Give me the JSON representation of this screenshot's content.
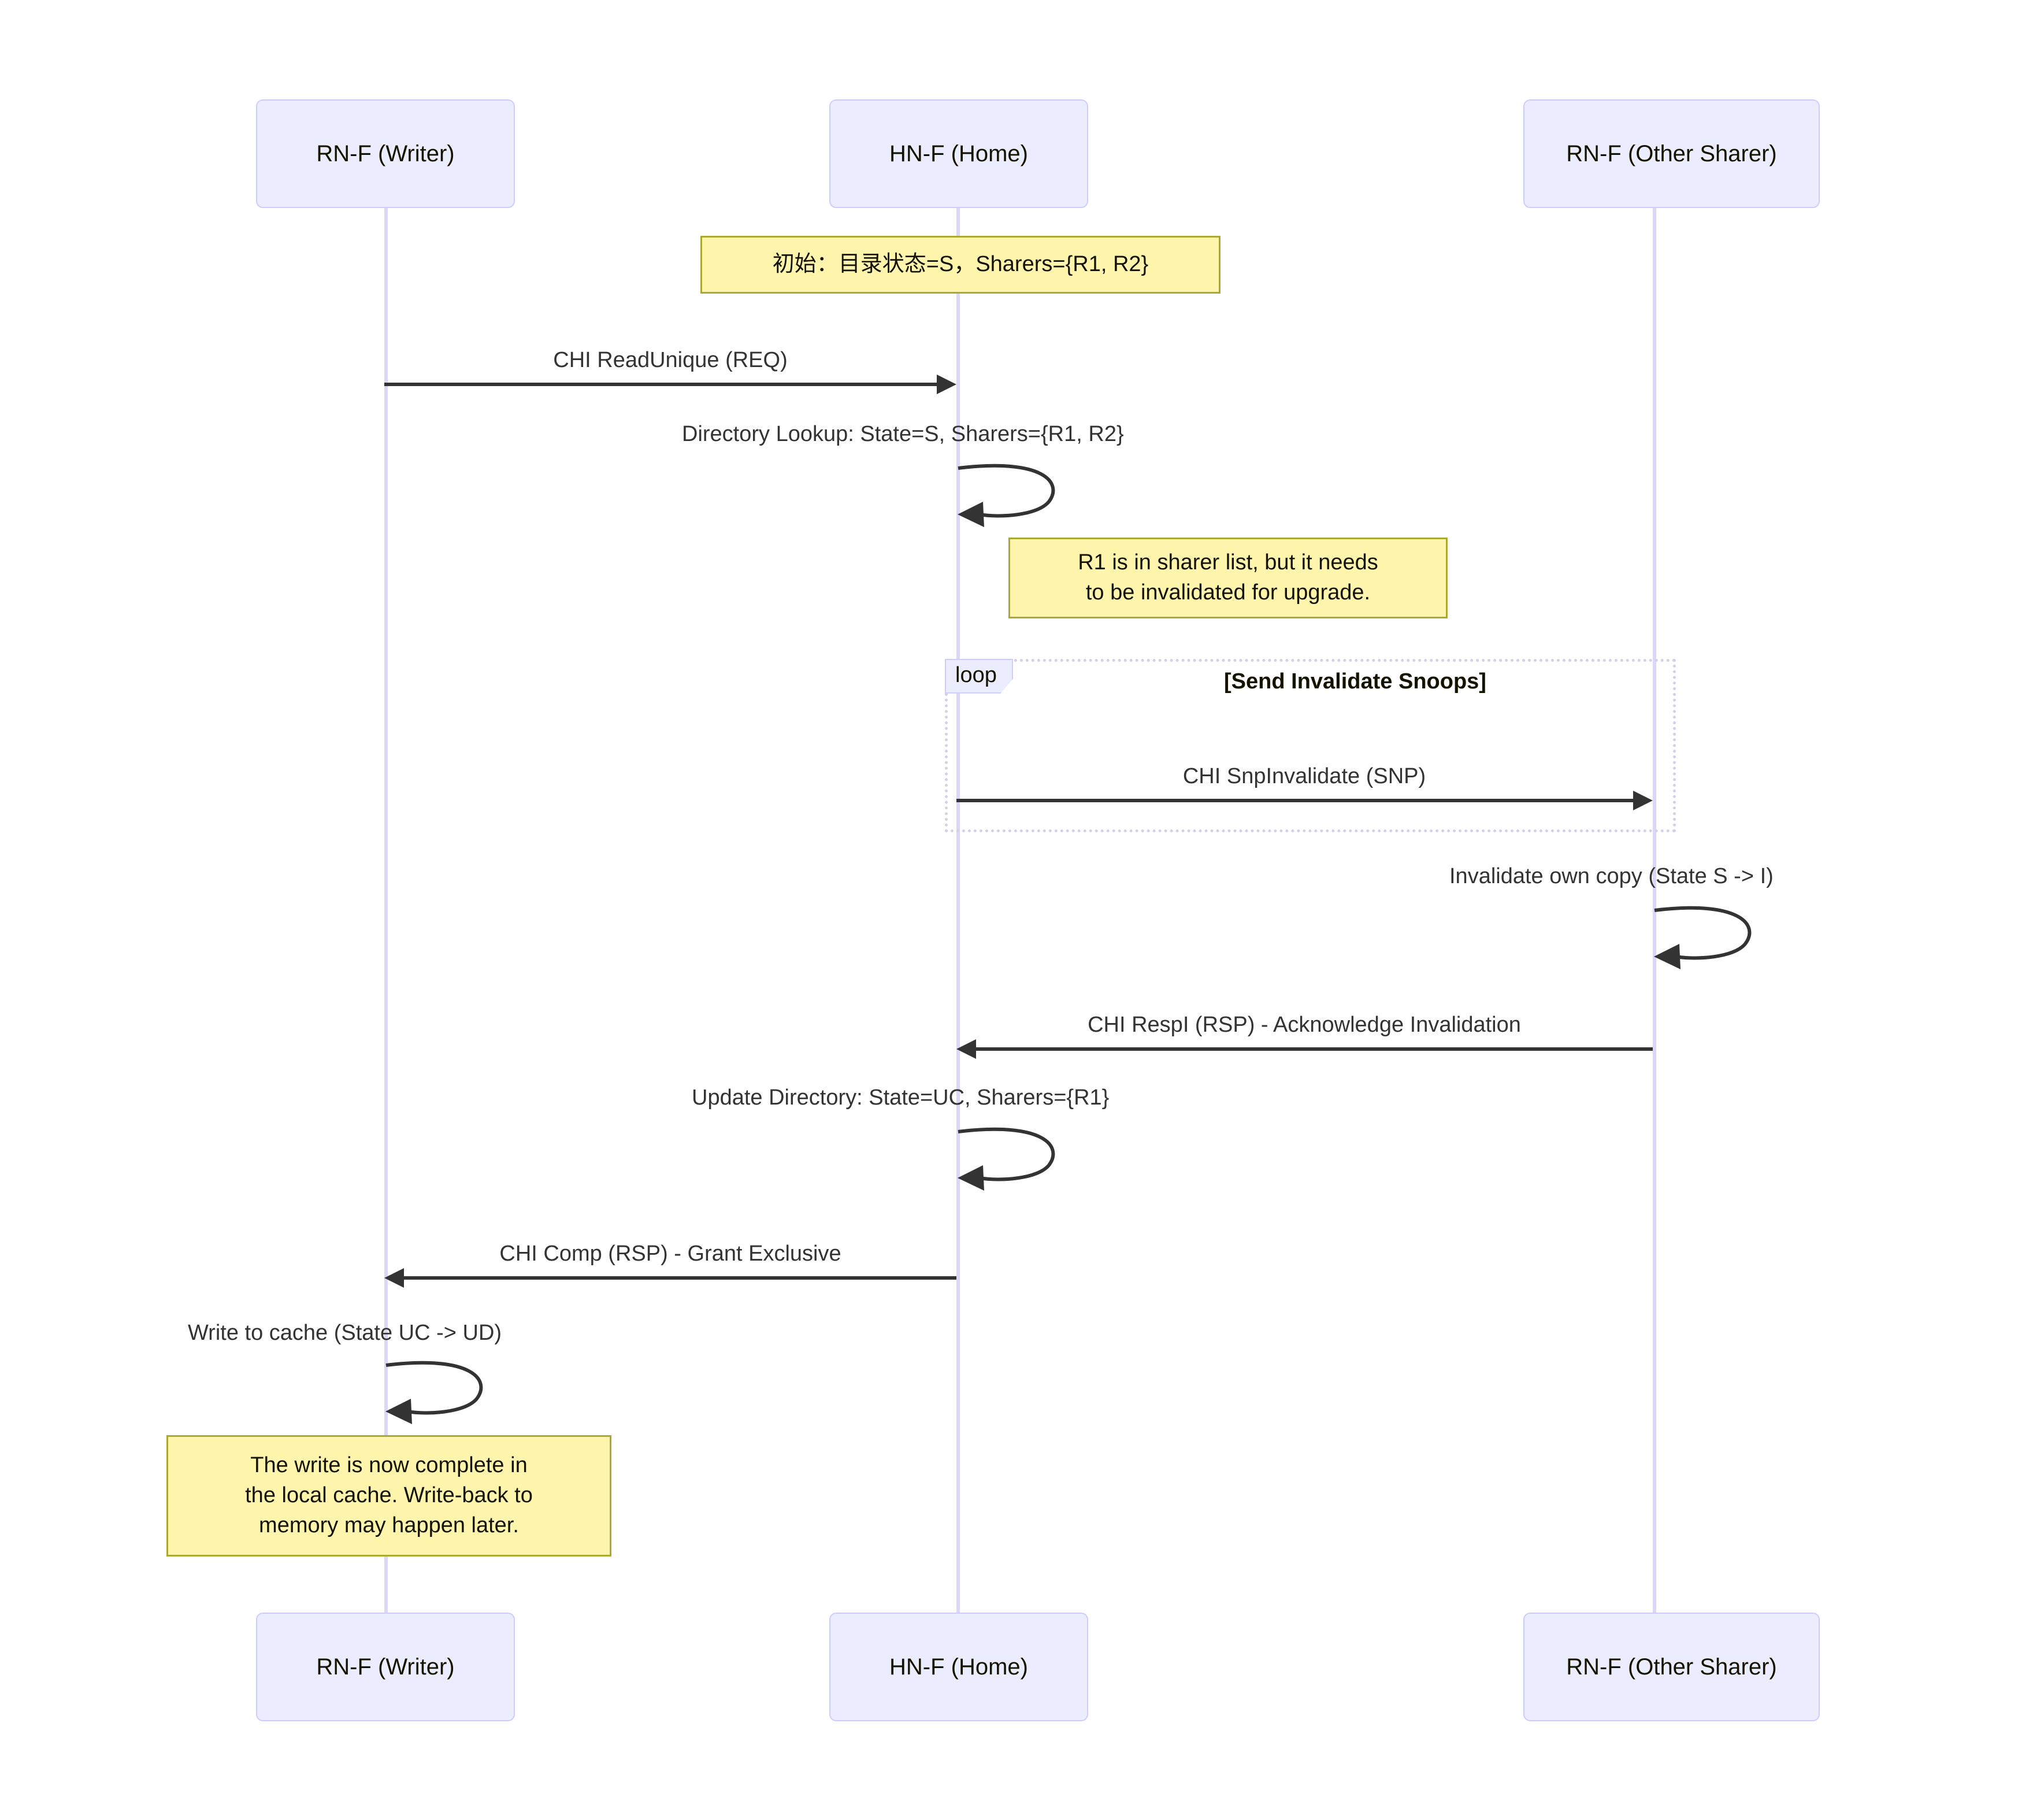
{
  "diagram": {
    "type": "sequence-diagram",
    "title": "CHI ReadUnique coherence flow",
    "colors": {
      "actor_fill": "#ECECFF",
      "actor_border": "#CCCCFF",
      "lifeline": "#DCD6F7",
      "note_fill": "#FFF5AD",
      "note_border": "#AAAA33",
      "arrow": "#333333",
      "loop_border": "#D6CFEA",
      "background": "#FFFFFF"
    }
  },
  "actors": [
    {
      "id": "writer",
      "label": "RN-F (Writer)"
    },
    {
      "id": "home",
      "label": "HN-F (Home)"
    },
    {
      "id": "sharer",
      "label": "RN-F (Other Sharer)"
    }
  ],
  "actors_bottom": [
    {
      "id": "writer",
      "label": "RN-F (Writer)"
    },
    {
      "id": "home",
      "label": "HN-F (Home)"
    },
    {
      "id": "sharer",
      "label": "RN-F (Other Sharer)"
    }
  ],
  "notes": [
    {
      "id": "note-initial",
      "text": "初始：目录状态=S，Sharers={R1, R2}"
    },
    {
      "id": "note-r1",
      "line1": "R1 is in sharer list, but it needs",
      "line2": "to be invalidated for upgrade."
    },
    {
      "id": "note-complete",
      "line1": "The write is now complete in",
      "line2": "the local cache. Write-back to",
      "line3": "memory may happen later."
    }
  ],
  "messages": [
    {
      "id": "m1",
      "label": "CHI ReadUnique (REQ)",
      "from": "writer",
      "to": "home",
      "kind": "sync"
    },
    {
      "id": "m2",
      "label": "Directory Lookup: State=S, Sharers={R1, R2}",
      "from": "home",
      "to": "home",
      "kind": "self"
    },
    {
      "id": "m3",
      "label": "CHI SnpInvalidate (SNP)",
      "from": "home",
      "to": "sharer",
      "kind": "sync"
    },
    {
      "id": "m4",
      "label": "Invalidate own copy (State S -> I)",
      "from": "sharer",
      "to": "sharer",
      "kind": "self"
    },
    {
      "id": "m5",
      "label": "CHI RespI (RSP) - Acknowledge Invalidation",
      "from": "sharer",
      "to": "home",
      "kind": "sync"
    },
    {
      "id": "m6",
      "label": "Update Directory: State=UC, Sharers={R1}",
      "from": "home",
      "to": "home",
      "kind": "self"
    },
    {
      "id": "m7",
      "label": "CHI Comp (RSP) - Grant Exclusive",
      "from": "home",
      "to": "writer",
      "kind": "sync"
    },
    {
      "id": "m8",
      "label": "Write to cache (State UC -> UD)",
      "from": "writer",
      "to": "writer",
      "kind": "self"
    }
  ],
  "fragment": {
    "id": "loop-send-invalidate-snoops",
    "keyword": "loop",
    "title": "[Send Invalidate Snoops]"
  }
}
